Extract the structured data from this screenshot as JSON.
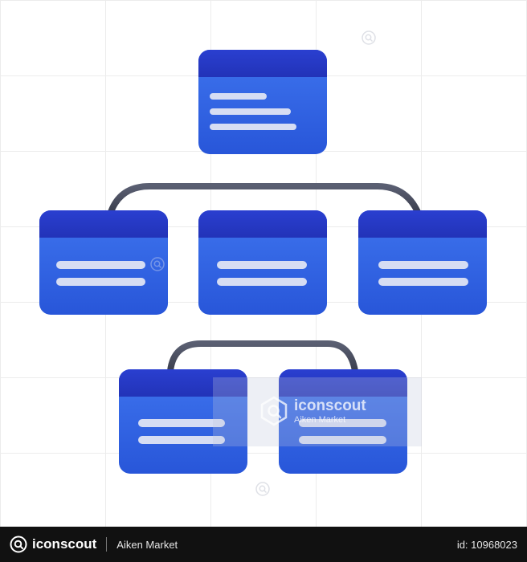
{
  "watermark": {
    "brand": "iconscout",
    "author": "Aiken Market"
  },
  "footer": {
    "brand": "iconscout",
    "author": "Aiken Market",
    "id_text": "id: 10968023"
  },
  "colors": {
    "card_body": "#2F62E4",
    "card_header": "#2537C5",
    "connector": "#4A4E5E",
    "text_line": "#D4DBF2"
  },
  "icon": "hierarchy-chart-icon"
}
